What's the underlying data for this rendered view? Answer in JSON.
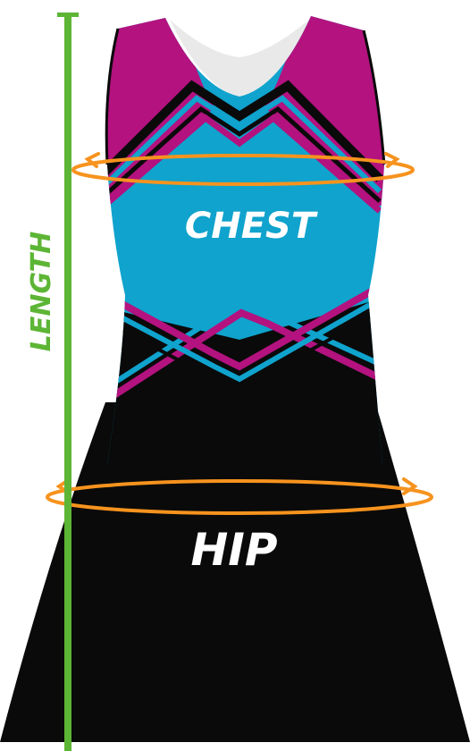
{
  "labels": {
    "length": "LENGTH",
    "chest": "CHEST",
    "hip": "HIP"
  },
  "colors": {
    "length_bar": "#5db535",
    "measure_ring": "#f7931e",
    "magenta": "#b3127f",
    "cyan": "#0fa3cd",
    "black": "#0a0a0a",
    "neck_lining": "#e8e8e8",
    "label_text": "#ffffff",
    "length_text": "#5db535"
  },
  "icons": {
    "chest_ring": "orange-ellipse-arrow-icon",
    "hip_ring": "orange-ellipse-arrow-icon",
    "length_bar": "green-measure-bar-icon"
  }
}
